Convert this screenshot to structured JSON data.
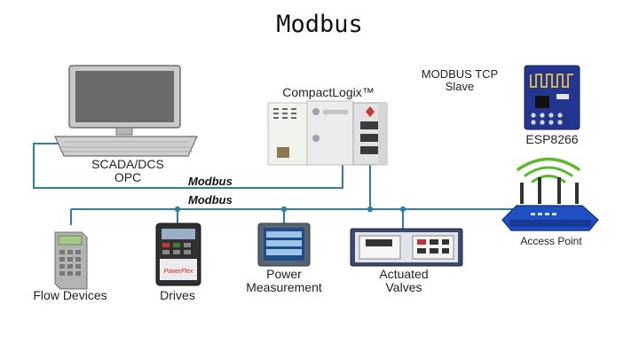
{
  "title": "Modbus",
  "colors": {
    "bus": "#2e7fa6",
    "wifi": "#5cb82e",
    "router": "#1f4fc1"
  },
  "devices": {
    "scada": {
      "line1": "SCADA/DCS",
      "line2": "OPC"
    },
    "plc": "CompactLogix™",
    "modbus_tcp": {
      "line1": "MODBUS TCP",
      "line2": "Slave"
    },
    "esp": "ESP8266",
    "access_point": "Access Point",
    "flow": "Flow Devices",
    "drives": "Drives",
    "power": {
      "line1": "Power",
      "line2": "Measurement"
    },
    "valves": {
      "line1": "Actuated",
      "line2": "Valves"
    },
    "drive_brand": "PowerFlex"
  },
  "protocols": {
    "upper": "Modbus",
    "lower": "Modbus"
  }
}
